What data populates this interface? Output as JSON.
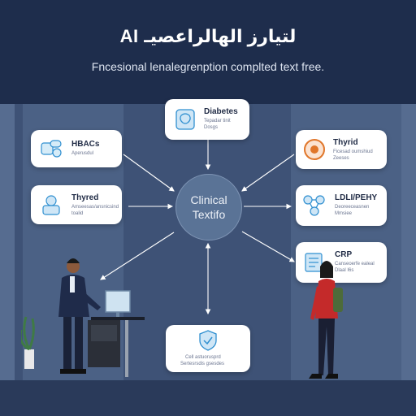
{
  "header": {
    "title": "AI لتيارز الهالراعصيـ",
    "subtitle": "Fncesional lenalegrenption complted text free."
  },
  "center_node": {
    "line1": "Clinical",
    "line2": "Textifo"
  },
  "cards": {
    "diabetes": {
      "title": "Diabetes",
      "line1": "Tepadar tinit",
      "line2": "Dosgs"
    },
    "hbacs": {
      "title": "HBACs",
      "line1": "Aperusdul"
    },
    "thyroid_left": {
      "title": "Thyred",
      "line1": "Amseesas/ansnicsind",
      "line2": "toalid"
    },
    "thyroid_right": {
      "title": "Thyrid",
      "line1": "Ficesad oumshiud",
      "line2": "Zeeses"
    },
    "ldl": {
      "title": "LDLI/PEHY",
      "line1": "Deoreeceasnen",
      "line2": "Mmsiee"
    },
    "crp": {
      "title": "CRP",
      "line1": "Canseoerfe ealeal",
      "line2": "Dlaal I6s"
    },
    "bottom": {
      "line1": "Cell astuorusprd",
      "line2": "Sertesrsdis gsesdes"
    }
  },
  "colors": {
    "background": "#1e2d4c",
    "card": "#ffffff",
    "accent_blue": "#2f8fd0",
    "accent_orange": "#e0762a",
    "center_node": "#5a7396"
  },
  "icons": [
    "brain-icon",
    "pills-icon",
    "thyroid-icon",
    "organ-icon",
    "molecule-icon",
    "document-icon",
    "shield-icon"
  ]
}
